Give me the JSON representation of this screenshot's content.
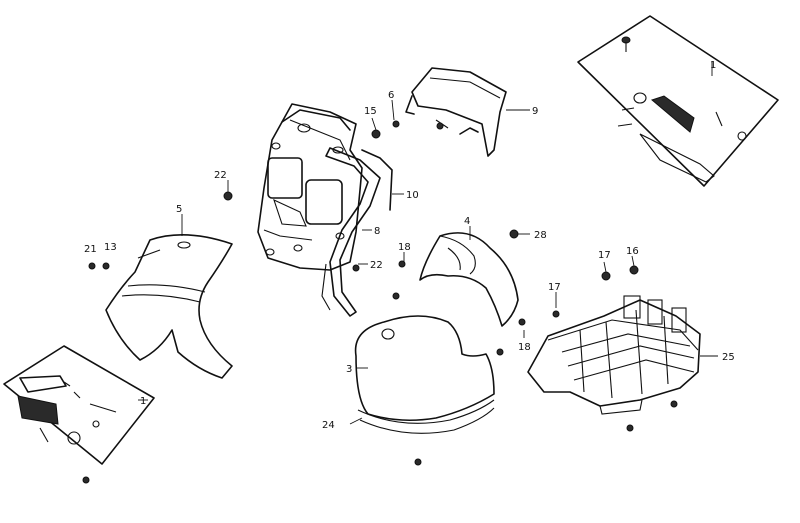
{
  "diagram": {
    "callouts": [
      {
        "id": "c1-top",
        "text": "1"
      },
      {
        "id": "c1-bottom",
        "text": "1"
      },
      {
        "id": "c3",
        "text": "3"
      },
      {
        "id": "c4",
        "text": "4"
      },
      {
        "id": "c5",
        "text": "5"
      },
      {
        "id": "c6",
        "text": "6"
      },
      {
        "id": "c8",
        "text": "8"
      },
      {
        "id": "c9",
        "text": "9"
      },
      {
        "id": "c10",
        "text": "10"
      },
      {
        "id": "c13",
        "text": "13"
      },
      {
        "id": "c15",
        "text": "15"
      },
      {
        "id": "c16",
        "text": "16"
      },
      {
        "id": "c17a",
        "text": "17"
      },
      {
        "id": "c17b",
        "text": "17"
      },
      {
        "id": "c18a",
        "text": "18"
      },
      {
        "id": "c18b",
        "text": "18"
      },
      {
        "id": "c21",
        "text": "21"
      },
      {
        "id": "c22a",
        "text": "22"
      },
      {
        "id": "c22b",
        "text": "22"
      },
      {
        "id": "c24",
        "text": "24"
      },
      {
        "id": "c25",
        "text": "25"
      },
      {
        "id": "c28",
        "text": "28"
      }
    ]
  }
}
